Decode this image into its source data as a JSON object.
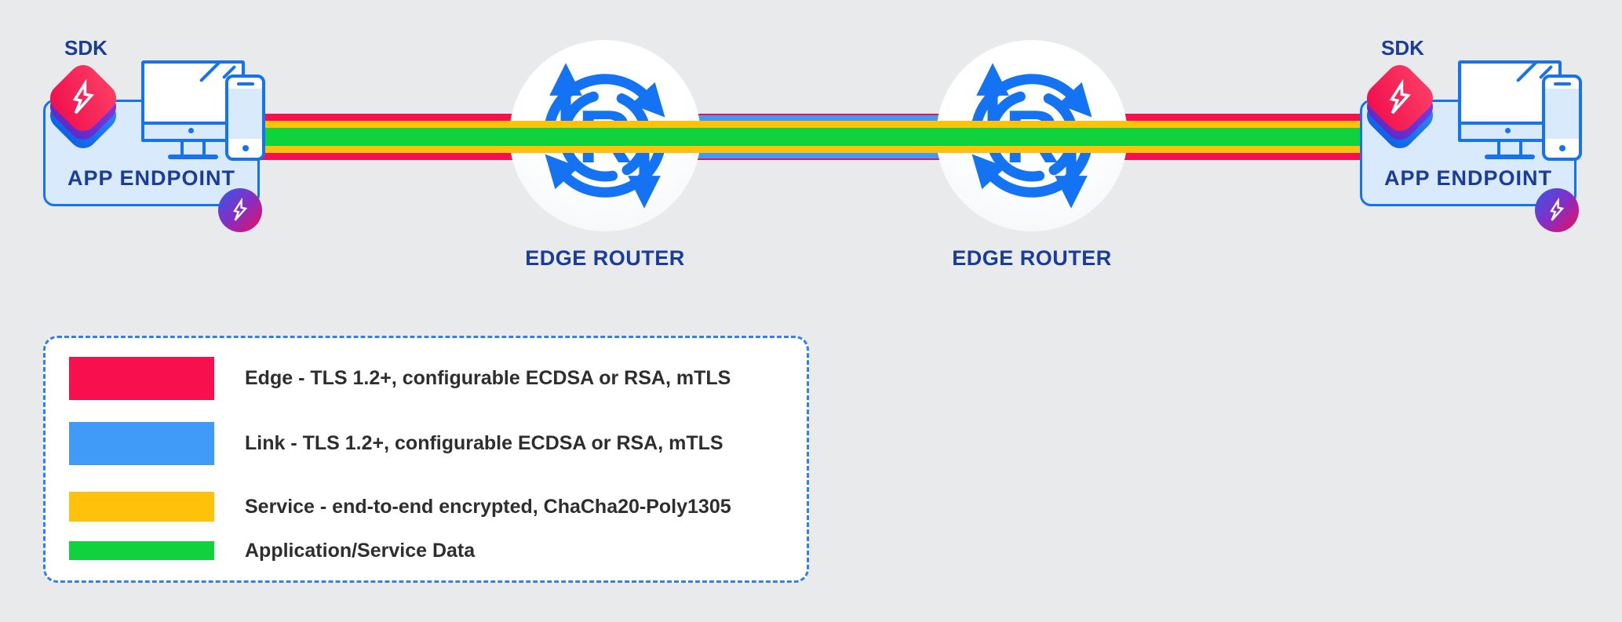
{
  "colors": {
    "background": "#E8EAEC",
    "edge_red": "#F8104E",
    "link_blue": "#3F9AF8",
    "service_yellow": "#FFC10A",
    "data_green": "#10D23C",
    "icon_blue": "#1473F2",
    "navy_text": "#1A3C9B",
    "box_fill": "#D9EAFD",
    "legend_border": "#2F80F0",
    "legend_text": "#2E2E2E",
    "purple_layer": "#6D32D4"
  },
  "endpoints": {
    "left": {
      "sdk_label": "SDK",
      "title": "APP ENDPOINT"
    },
    "right": {
      "sdk_label": "SDK",
      "title": "APP ENDPOINT"
    }
  },
  "routers": {
    "glyph_letter": "R",
    "left": {
      "label": "EDGE ROUTER"
    },
    "right": {
      "label": "EDGE ROUTER"
    }
  },
  "legend": {
    "items": [
      {
        "id": "edge",
        "color": "#F8104E",
        "label": "Edge - TLS 1.2+, configurable ECDSA or RSA, mTLS"
      },
      {
        "id": "link",
        "color": "#3F9AF8",
        "label": "Link - TLS 1.2+, configurable ECDSA or RSA, mTLS"
      },
      {
        "id": "service",
        "color": "#FFC10A",
        "label": "Service - end-to-end encrypted, ChaCha20-Poly1305"
      },
      {
        "id": "data",
        "color": "#10D23C",
        "label": "Application/Service Data"
      }
    ]
  },
  "icons": {
    "sdk_stack": "layered-sdk-stack-icon",
    "bolt": "ziti-lightning-bolt-icon",
    "router": "router-circular-arrows-icon",
    "desktop": "desktop-monitor-icon",
    "phone": "smartphone-icon",
    "badge": "gradient-identity-badge-icon"
  }
}
